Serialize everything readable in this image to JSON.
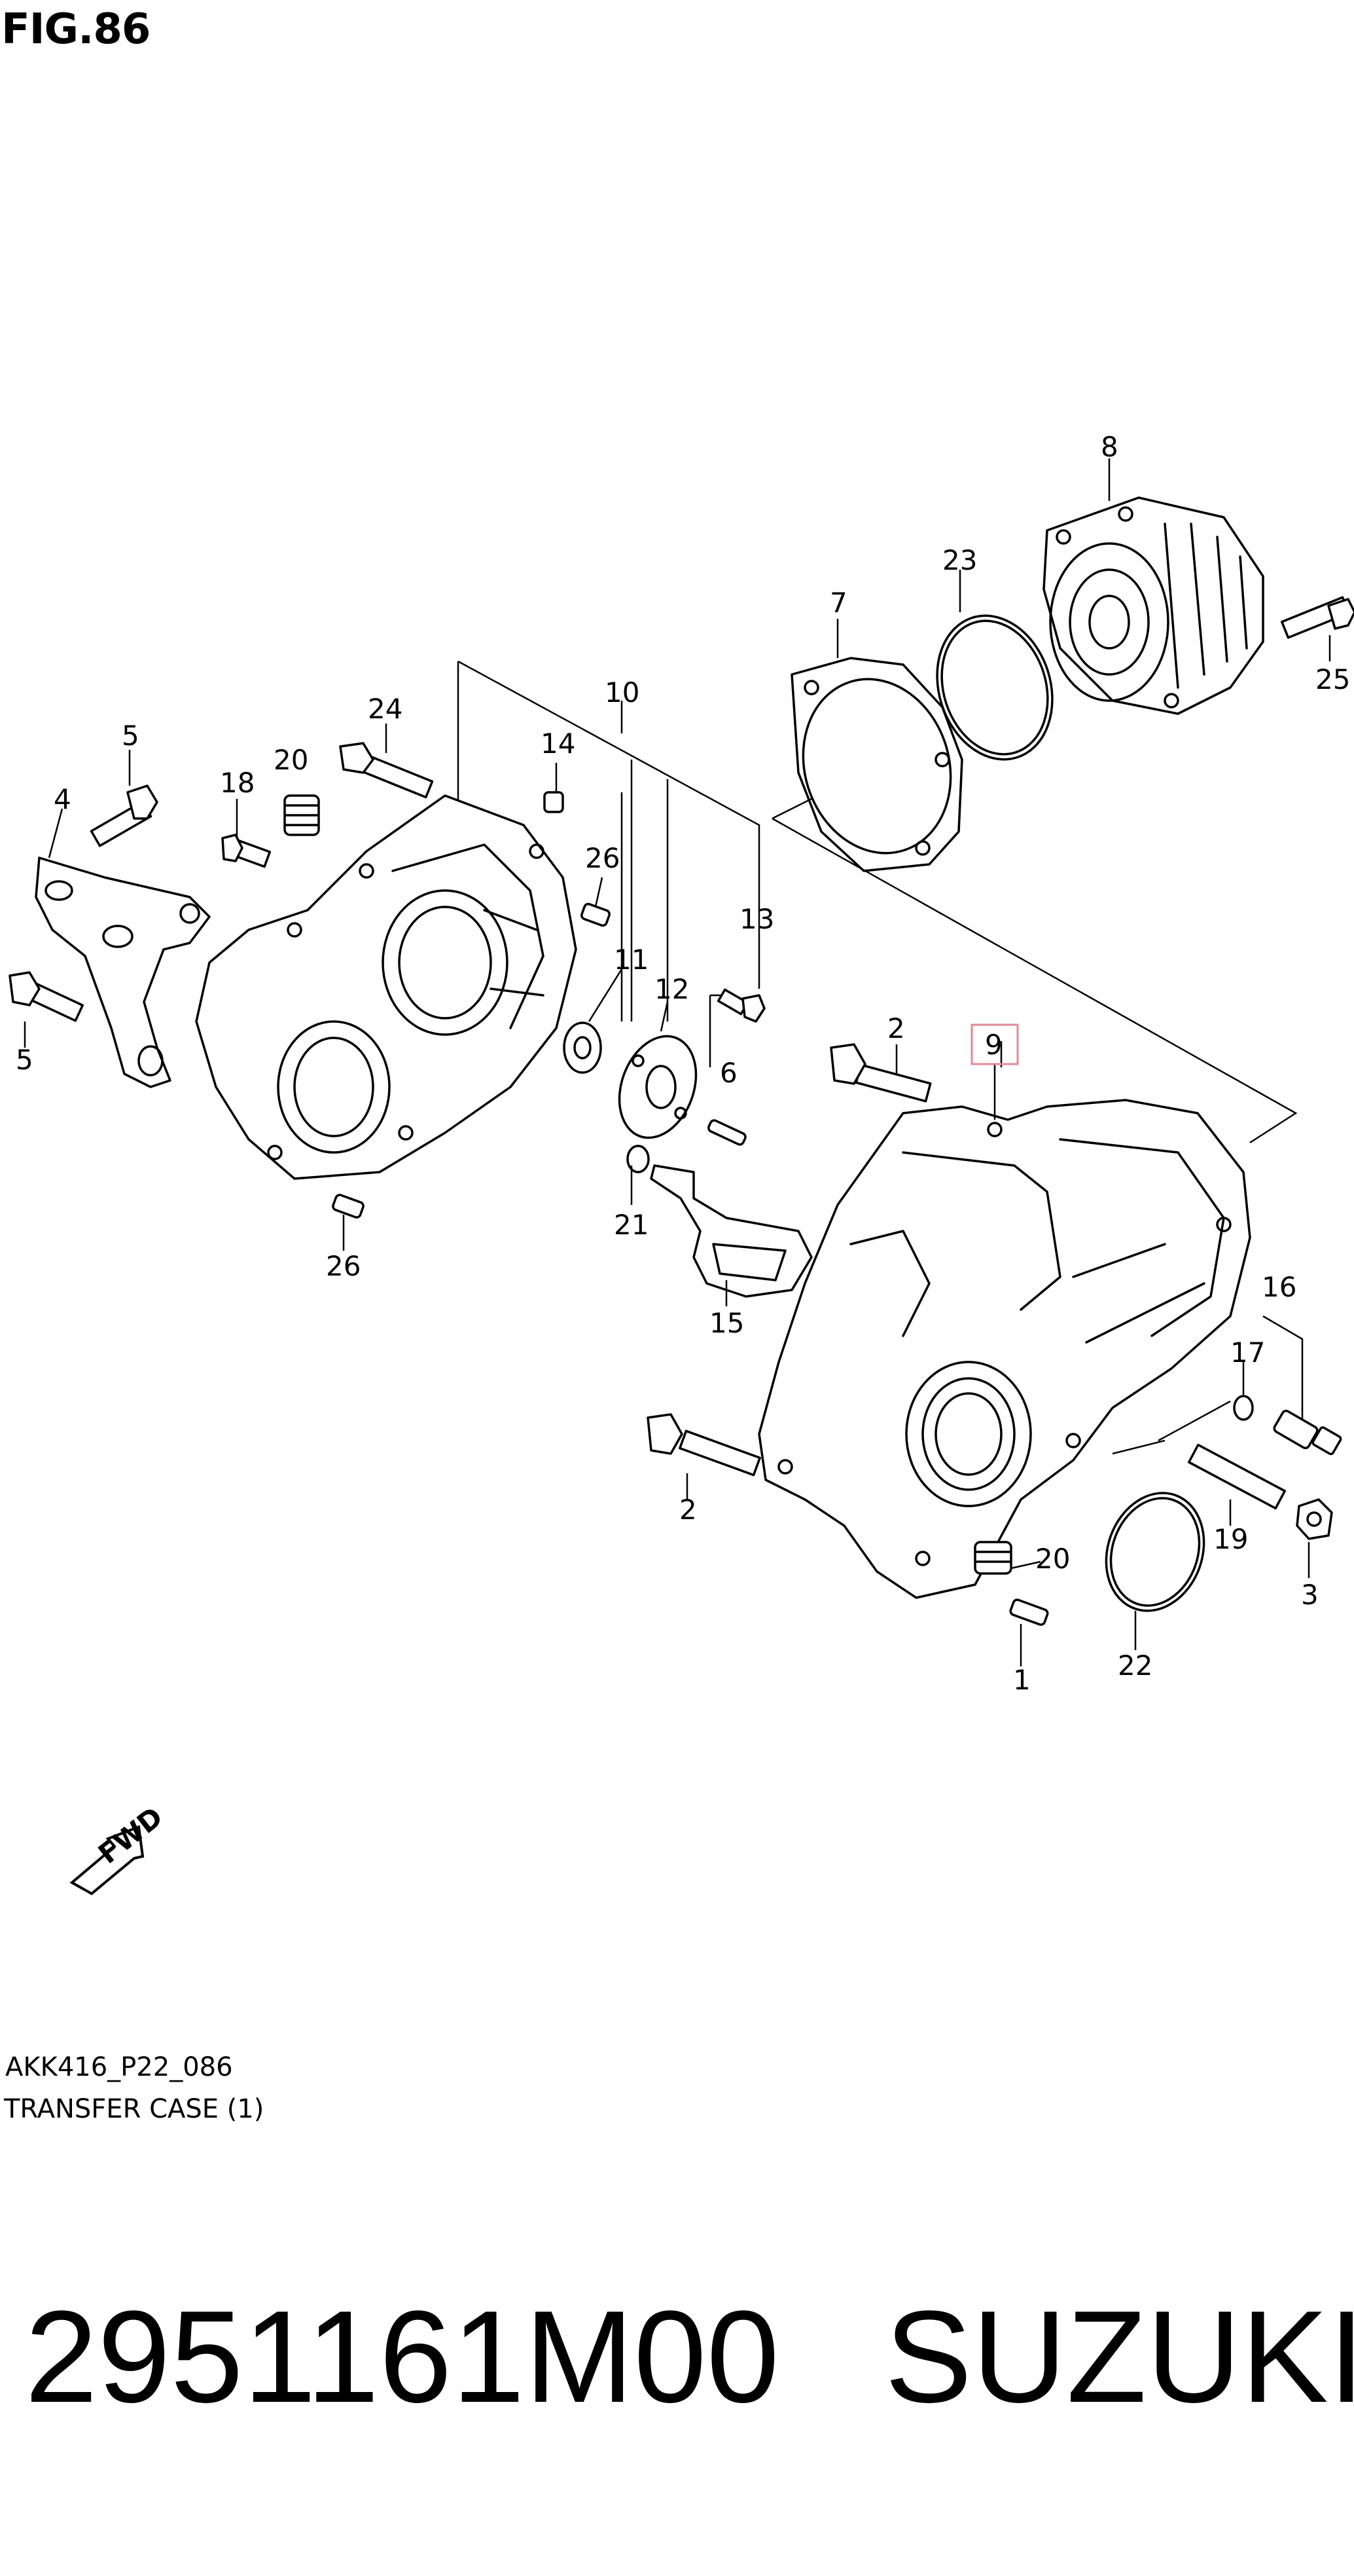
{
  "figure": {
    "title": "FIG.86"
  },
  "diagram": {
    "code": "AKK416_P22_086",
    "caption": "TRANSFER CASE (1)",
    "fwd_label": "FWD",
    "highlight_color": "#e08a95",
    "callouts": {
      "c1": "1",
      "c2a": "2",
      "c2b": "2",
      "c3": "3",
      "c4": "4",
      "c5a": "5",
      "c5b": "5",
      "c6": "6",
      "c7": "7",
      "c8": "8",
      "c9": "9",
      "c10": "10",
      "c11": "11",
      "c12": "12",
      "c13": "13",
      "c14": "14",
      "c15": "15",
      "c16": "16",
      "c17": "17",
      "c18": "18",
      "c19": "19",
      "c20a": "20",
      "c20b": "20",
      "c21": "21",
      "c22": "22",
      "c23": "23",
      "c24": "24",
      "c25": "25",
      "c26a": "26",
      "c26b": "26"
    }
  },
  "footer": {
    "part_number": "2951161M00",
    "brand": "SUZUKI"
  }
}
